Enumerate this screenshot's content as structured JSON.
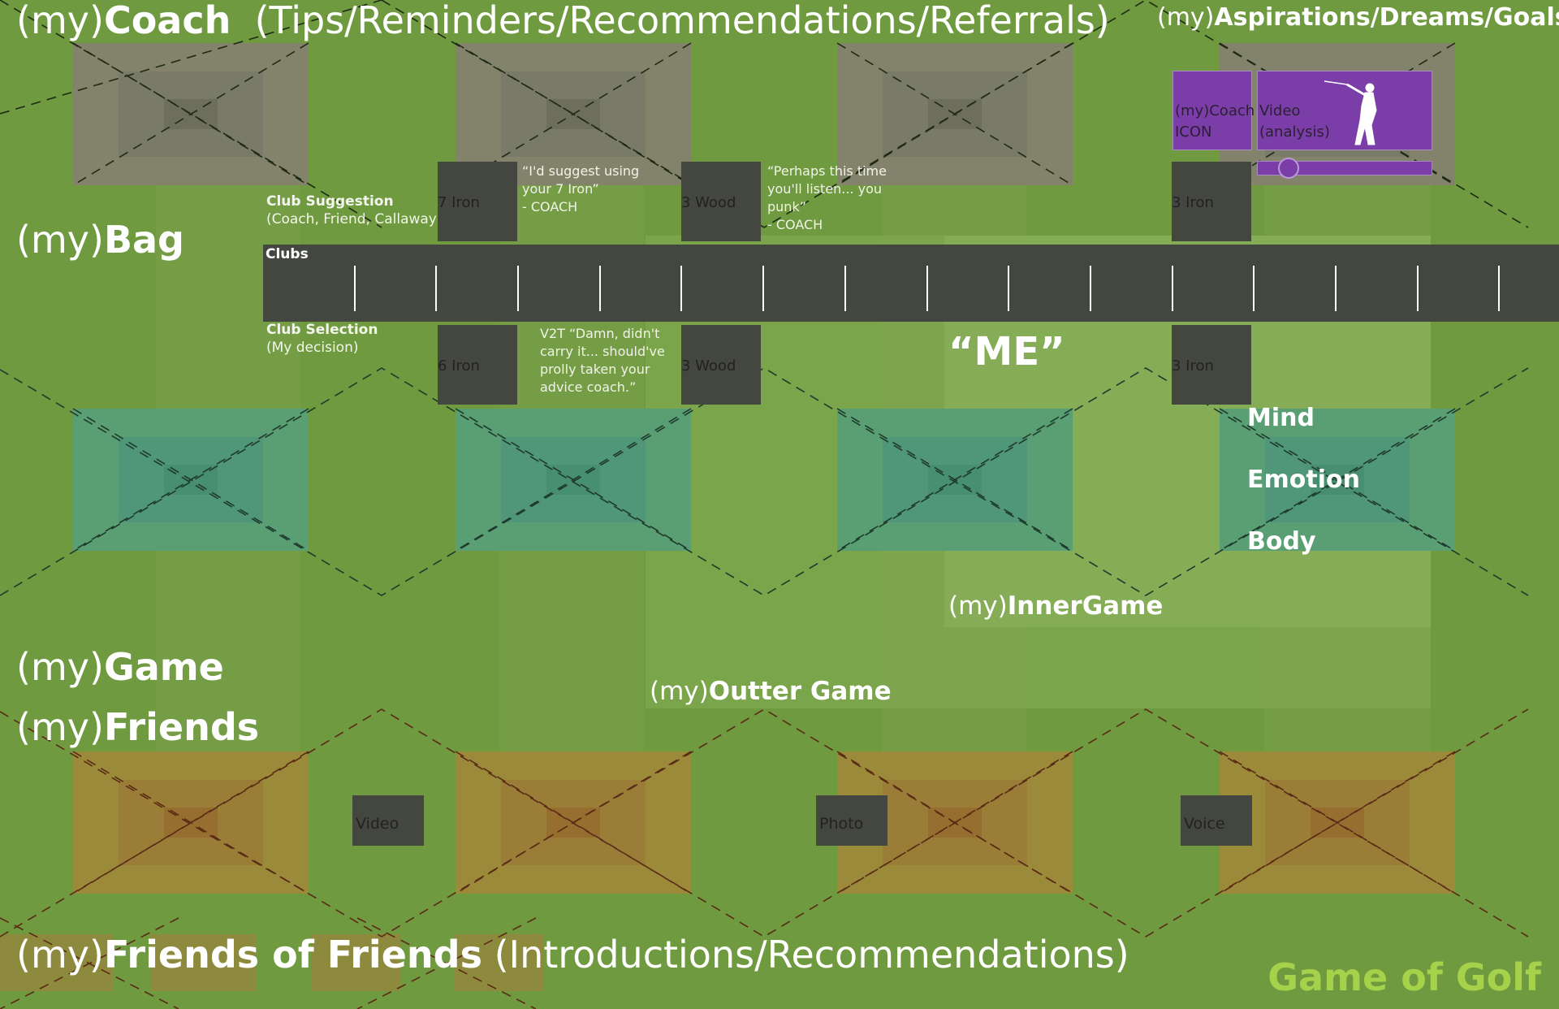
{
  "coach": {
    "prefix": "(my)",
    "strong": "Coach",
    "suffix": "(Tips/Reminders/Recommendations/Referrals)"
  },
  "aspirations": {
    "prefix": "(my)",
    "strong": "Aspirations/Dreams/Goals"
  },
  "bag": {
    "prefix": "(my)",
    "strong": "Bag"
  },
  "game": {
    "prefix": "(my)",
    "strong": "Game"
  },
  "friends": {
    "prefix": "(my)",
    "strong": "Friends"
  },
  "friends_of_friends": {
    "prefix": "(my)",
    "strong": "Friends of Friends",
    "suffix": "(Introductions/Recommendations)"
  },
  "brand": "Game of Golf",
  "club_suggestion": {
    "title": "Club Suggestion",
    "subtitle": "(Coach, Friend, Callaway)"
  },
  "club_selection": {
    "title": "Club Selection",
    "subtitle": "(My decision)"
  },
  "clubs_bar": {
    "title": "Clubs"
  },
  "suggested_clubs": [
    "7 Iron",
    "3 Wood",
    "3 Iron"
  ],
  "selected_clubs": [
    "6 Iron",
    "3 Wood",
    "3 Iron"
  ],
  "quotes": {
    "q1": [
      "“I'd suggest using",
      "your 7 Iron”",
      "- COACH"
    ],
    "q2": [
      "“Perhaps this time",
      "you'll listen... you",
      "punk”",
      "- COACH"
    ],
    "q3": [
      "V2T “Damn, didn't",
      "carry it... should've",
      "prolly taken your",
      "advice coach.”"
    ]
  },
  "coach_icon": [
    "(my)Coach",
    "ICON"
  ],
  "video_analysis": [
    "Video",
    "(analysis)"
  ],
  "video_progress": 0.18,
  "me": "“ME”",
  "inner_items": [
    "Mind",
    "Emotion",
    "Body"
  ],
  "inner_game": {
    "prefix": "(my)",
    "strong": "InnerGame"
  },
  "outter_game": {
    "prefix": "(my)",
    "strong": "Outter Game"
  },
  "media": [
    "Video",
    "Photo",
    "Voice"
  ],
  "colors": {
    "background": "#6f9a3f",
    "purple": "#7b3ea8",
    "dark_box": "#444740",
    "brand_green": "#a6d14a"
  },
  "icons": [
    "golfer-silhouette-icon"
  ]
}
